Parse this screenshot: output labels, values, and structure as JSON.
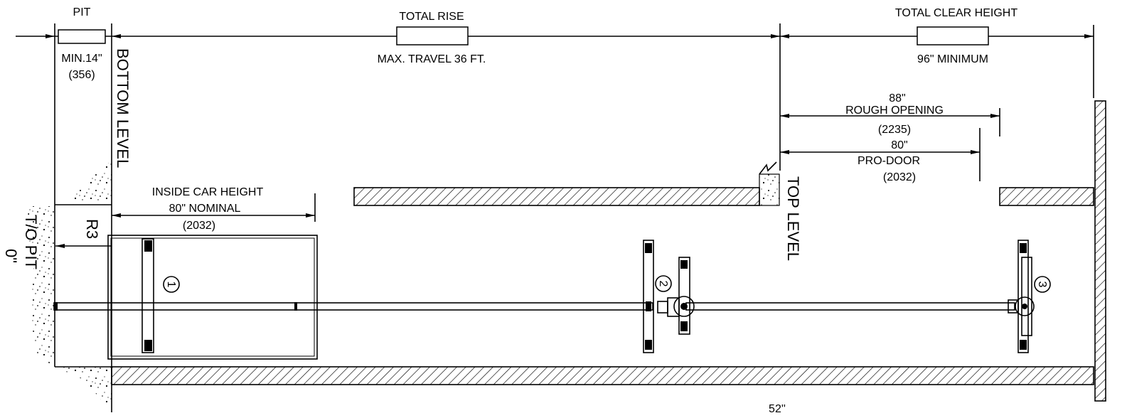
{
  "dimensions": {
    "pit": {
      "title": "PIT",
      "min": "MIN.14\"",
      "metric": "(356)"
    },
    "total_rise": {
      "title": "TOTAL RISE",
      "note": "MAX. TRAVEL 36 FT."
    },
    "total_clear_height": {
      "title": "TOTAL CLEAR HEIGHT",
      "note": "96\" MINIMUM"
    },
    "rough_opening": {
      "value": "88\"",
      "label": "ROUGH OPENING",
      "metric": "(2235)"
    },
    "pro_door": {
      "value": "80\"",
      "label": "PRO-DOOR",
      "metric": "(2032)"
    },
    "inside_car_height": {
      "title": "INSIDE CAR HEIGHT",
      "value": "80\" NOMINAL",
      "metric": "(2032)"
    },
    "bottom_width": "52''"
  },
  "levels": {
    "bottom": "BOTTOM LEVEL",
    "top": "TOP LEVEL",
    "pit_floor": "T/O PIT",
    "pit_zero": "0\"",
    "r3": "R3"
  },
  "markers": [
    "1",
    "2",
    "3"
  ]
}
